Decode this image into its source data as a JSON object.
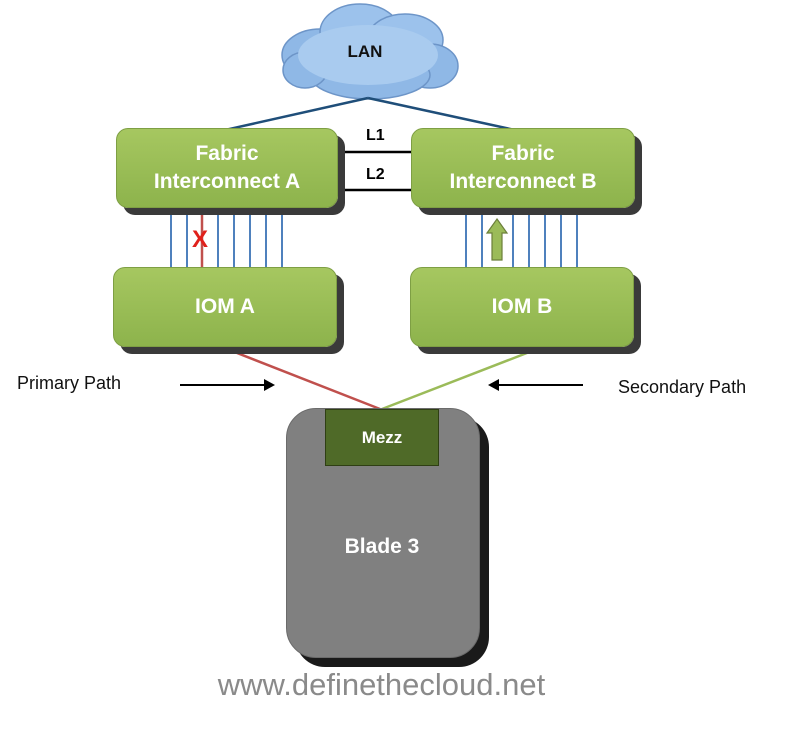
{
  "cloud": {
    "label": "LAN"
  },
  "fabric_a": {
    "line1": "Fabric",
    "line2": "Interconnect A"
  },
  "fabric_b": {
    "line1": "Fabric",
    "line2": "Interconnect B"
  },
  "links": {
    "l1": "L1",
    "l2": "L2"
  },
  "iom_a": {
    "label": "IOM A"
  },
  "iom_b": {
    "label": "IOM B"
  },
  "paths": {
    "primary": "Primary Path",
    "secondary": "Secondary Path"
  },
  "blade": {
    "label": "Blade 3",
    "mezz": "Mezz"
  },
  "failure_marker": "X",
  "watermark": "www.definethecloud.net",
  "colors": {
    "box_green": "#9bbb59",
    "uplink_blue": "#4f81bd",
    "lan_line": "#1f4e79",
    "failed_red": "#c0504d",
    "secondary_green": "#9bbb59",
    "cloud_blue": "#8db4e2"
  }
}
